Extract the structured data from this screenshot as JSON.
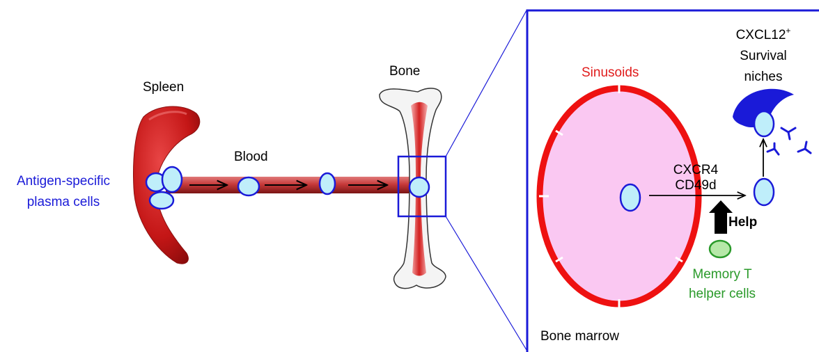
{
  "labels": {
    "spleen": "Spleen",
    "blood": "Blood",
    "bone": "Bone",
    "antigen_line1": "Antigen-specific",
    "antigen_line2": "plasma cells",
    "sinusoids": "Sinusoids",
    "cxcl12_main": "CXCL12",
    "cxcl12_sup": "+",
    "survival": "Survival",
    "niches": "niches",
    "cxcr4": "CXCR4",
    "cd49d": "CD49d",
    "help": "Help",
    "memory_line1": "Memory T",
    "memory_line2": "helper cells",
    "bone_marrow": "Bone marrow"
  },
  "colors": {
    "cell_fill": "#bfeefa",
    "cell_stroke": "#1a1ad8",
    "sinusoid_red": "#ee1111",
    "sinusoid_fill": "#fac8f2",
    "panel_blue": "#1a1ad8",
    "niche_blue": "#1a1ad8",
    "label_blue": "#1a1ad8",
    "label_red": "#e01b1b",
    "label_green": "#2a9a2a",
    "t_cell_fill": "#b6e8a8",
    "vessel_red": "#b52b2b"
  }
}
